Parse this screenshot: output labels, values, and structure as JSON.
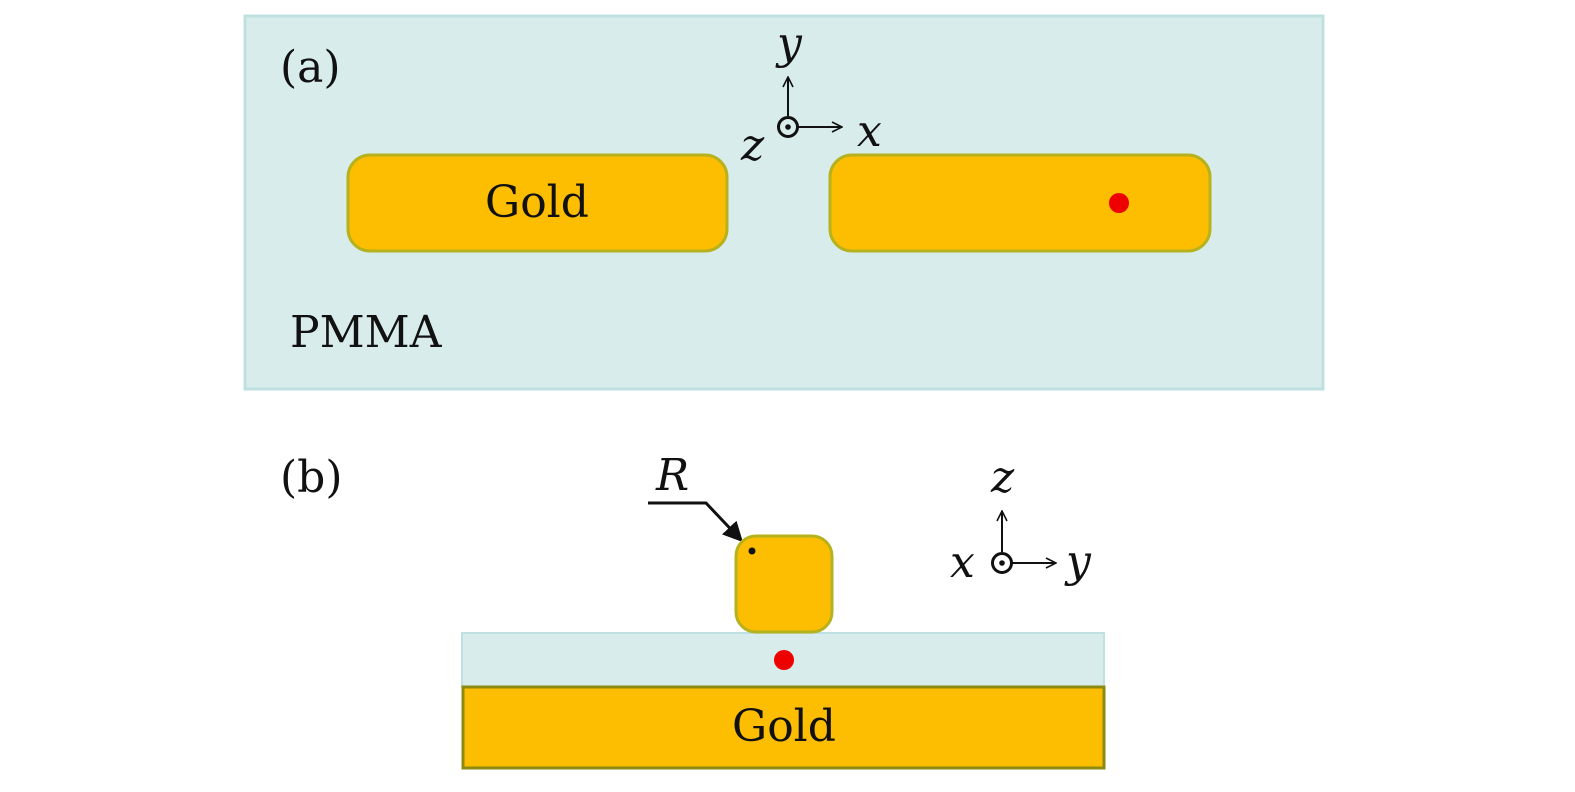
{
  "panel_a": {
    "tag": "(a)",
    "medium_label": "PMMA",
    "left_bar_label": "Gold",
    "axes": {
      "up": "y",
      "right": "x",
      "out": "z"
    }
  },
  "panel_b": {
    "tag": "(b)",
    "radius_label": "R",
    "substrate_label": "Gold",
    "axes": {
      "up": "z",
      "right": "y",
      "out": "x"
    }
  },
  "colors": {
    "pmma": "#d9ecec",
    "pmma_border": "#bfe0e0",
    "gold": "#fdbd00",
    "gold_border": "#b5b21e",
    "dipole": "#ee0000"
  }
}
